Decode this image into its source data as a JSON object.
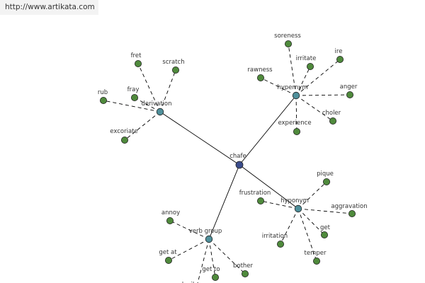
{
  "source_url": "http://www.artikata.com",
  "colors": {
    "root": "#3a4c8c",
    "relation": "#4f8f9a",
    "leaf": "#4f8a3c"
  },
  "graph": {
    "root": "chafe",
    "groups": [
      {
        "relation": "derivation",
        "words": [
          "fret",
          "scratch",
          "fray",
          "rub",
          "excoriate"
        ]
      },
      {
        "relation": "hypernym",
        "words": [
          "soreness",
          "irritate",
          "ire",
          "rawness",
          "anger",
          "choler",
          "experience"
        ]
      },
      {
        "relation": "hyponym",
        "words": [
          "pique",
          "frustration",
          "aggravation",
          "get",
          "irritation",
          "temper"
        ]
      },
      {
        "relation": "verb group",
        "words": [
          "annoy",
          "get at",
          "get to",
          "bother",
          "devil"
        ]
      }
    ]
  }
}
